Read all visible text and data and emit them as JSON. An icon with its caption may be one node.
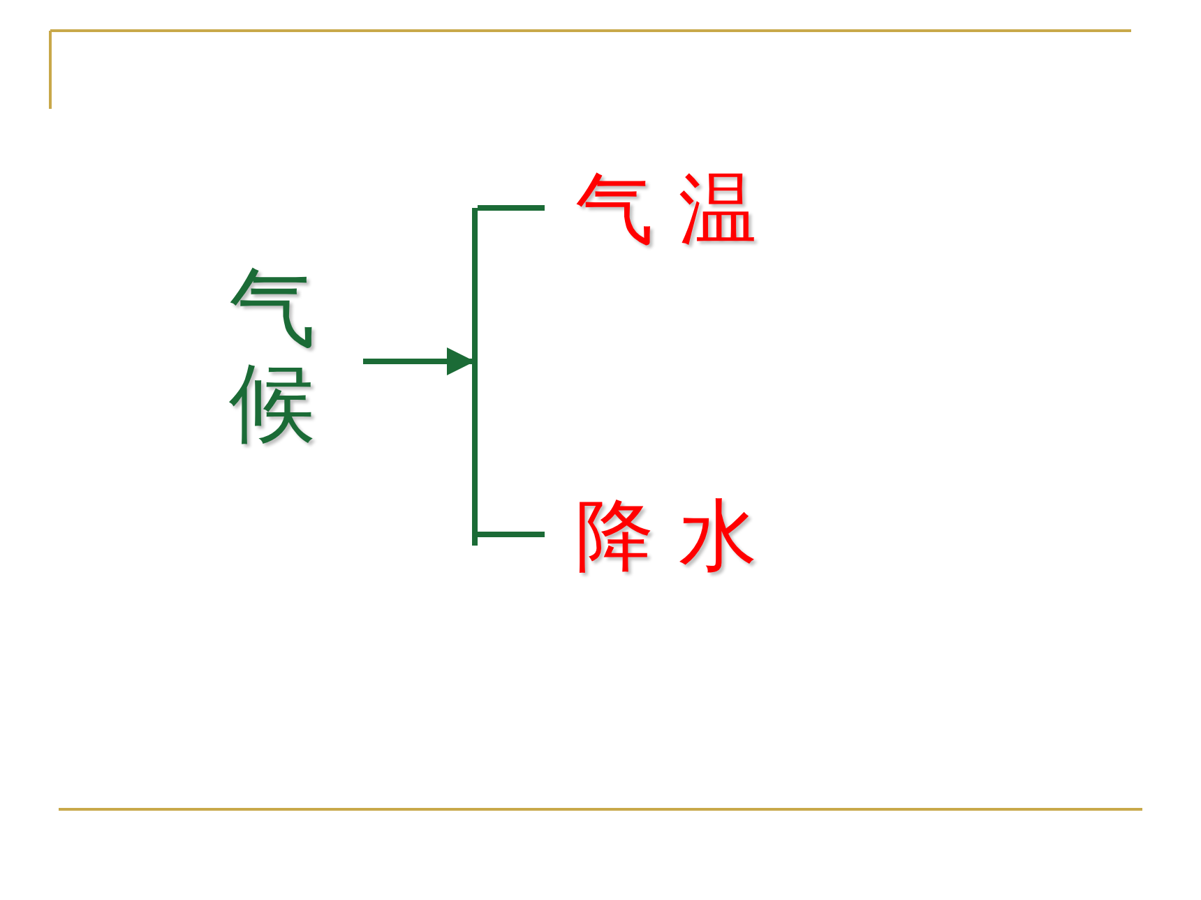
{
  "diagram": {
    "nodes": [
      {
        "text": [
          "气候"
        ]
      },
      {
        "text": [],
        "shape": "bar"
      },
      {
        "text": [
          "气 温"
        ]
      },
      {
        "text": [
          "降 水"
        ]
      }
    ],
    "edges": [
      {
        "from": 0,
        "to": 1,
        "arrow": "to"
      },
      {
        "from": 1,
        "to": 2,
        "arrow": "none"
      },
      {
        "from": 1,
        "to": 3,
        "arrow": "none"
      }
    ]
  }
}
